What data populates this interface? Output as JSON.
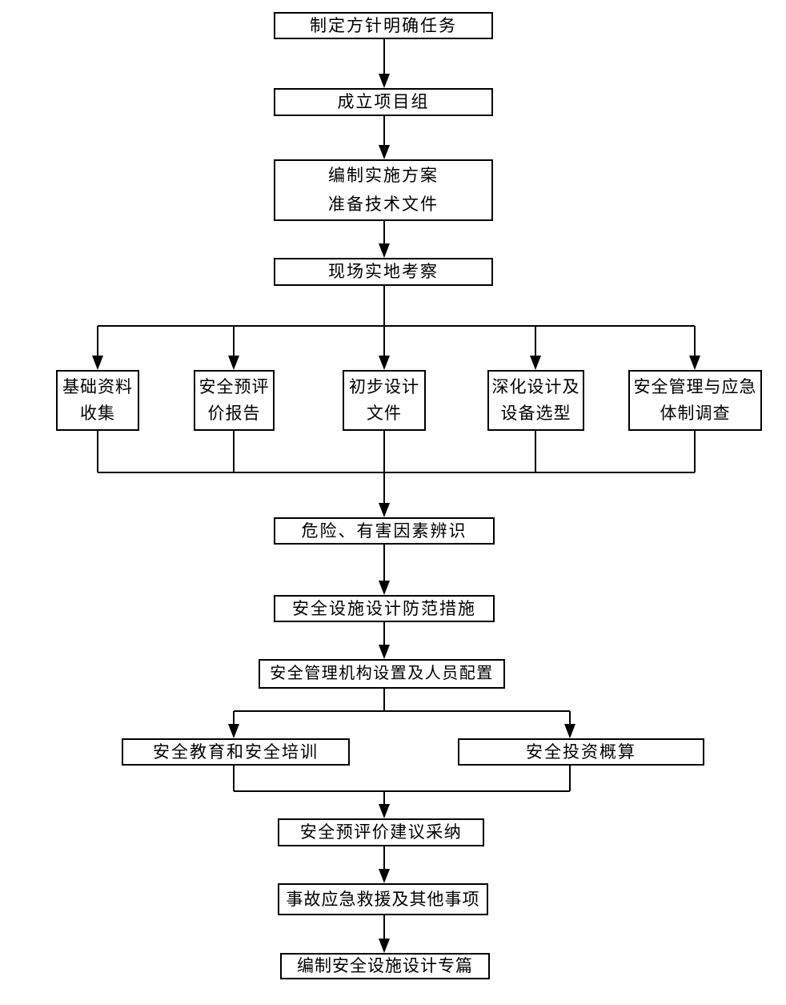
{
  "diagram": {
    "type": "flowchart",
    "accent_color": "#000000",
    "background_color": "#ffffff",
    "nodes": {
      "n1": {
        "lines": [
          "制定方针明确任务"
        ]
      },
      "n2": {
        "lines": [
          "成立项目组"
        ]
      },
      "n3": {
        "lines": [
          "编制实施方案",
          "准备技术文件"
        ]
      },
      "n4": {
        "lines": [
          "现场实地考察"
        ]
      },
      "n5": {
        "lines": [
          "基础资料",
          "收集"
        ]
      },
      "n6": {
        "lines": [
          "安全预评",
          "价报告"
        ]
      },
      "n7": {
        "lines": [
          "初步设计",
          "文件"
        ]
      },
      "n8": {
        "lines": [
          "深化设计及",
          "设备选型"
        ]
      },
      "n9": {
        "lines": [
          "安全管理与应急",
          "体制调查"
        ]
      },
      "n10": {
        "lines": [
          "危险、有害因素辨识"
        ]
      },
      "n11": {
        "lines": [
          "安全设施设计防范措施"
        ]
      },
      "n12": {
        "lines": [
          "安全管理机构设置及人员配置"
        ]
      },
      "n13": {
        "lines": [
          "安全教育和安全培训"
        ]
      },
      "n14": {
        "lines": [
          "安全投资概算"
        ]
      },
      "n15": {
        "lines": [
          "安全预评价建议采纳"
        ]
      },
      "n16": {
        "lines": [
          "事故应急救援及其他事项"
        ]
      },
      "n17": {
        "lines": [
          "编制安全设施设计专篇"
        ]
      }
    },
    "edges": [
      {
        "from": "n1",
        "to": "n2"
      },
      {
        "from": "n2",
        "to": "n3"
      },
      {
        "from": "n3",
        "to": "n4"
      },
      {
        "from": "n4",
        "to": "n5"
      },
      {
        "from": "n4",
        "to": "n6"
      },
      {
        "from": "n4",
        "to": "n7"
      },
      {
        "from": "n4",
        "to": "n8"
      },
      {
        "from": "n4",
        "to": "n9"
      },
      {
        "from": "n5",
        "to": "n10"
      },
      {
        "from": "n6",
        "to": "n10"
      },
      {
        "from": "n7",
        "to": "n10"
      },
      {
        "from": "n8",
        "to": "n10"
      },
      {
        "from": "n9",
        "to": "n10"
      },
      {
        "from": "n10",
        "to": "n11"
      },
      {
        "from": "n11",
        "to": "n12"
      },
      {
        "from": "n12",
        "to": "n13"
      },
      {
        "from": "n12",
        "to": "n14"
      },
      {
        "from": "n13",
        "to": "n15"
      },
      {
        "from": "n14",
        "to": "n15"
      },
      {
        "from": "n15",
        "to": "n16"
      },
      {
        "from": "n16",
        "to": "n17"
      }
    ]
  }
}
